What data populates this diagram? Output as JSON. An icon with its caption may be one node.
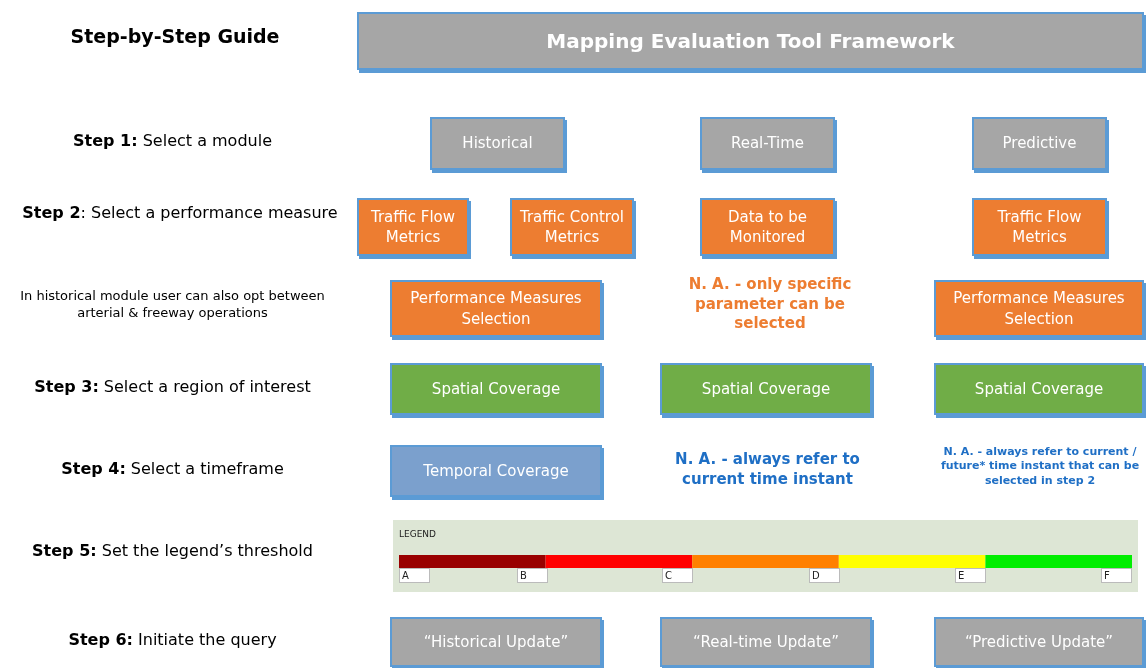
{
  "diagram": {
    "title": "Step-by-Step Guide",
    "nodes": [
      {
        "text": [
          "Mapping Evaluation Tool Framework"
        ]
      },
      {
        "text": [
          "Historical"
        ]
      },
      {
        "text": [
          "Real-Time"
        ]
      },
      {
        "text": [
          "Predictive"
        ]
      },
      {
        "text": [
          "Traffic Flow Metrics"
        ]
      },
      {
        "text": [
          "Traffic Control Metrics"
        ]
      },
      {
        "text": [
          "Data to be Monitored"
        ]
      },
      {
        "text": [
          "Traffic Flow Metrics"
        ]
      },
      {
        "text": [
          "Performance Measures Selection"
        ]
      },
      {
        "text": [
          "Performance Measures Selection"
        ]
      },
      {
        "text": [
          "Spatial Coverage"
        ]
      },
      {
        "text": [
          "Spatial Coverage"
        ]
      },
      {
        "text": [
          "Spatial Coverage"
        ]
      },
      {
        "text": [
          "Temporal Coverage"
        ]
      },
      {
        "text": [
          "LEGEND"
        ]
      },
      {
        "text": [
          "A"
        ],
        "in": 14
      },
      {
        "text": [
          "B"
        ],
        "in": 14
      },
      {
        "text": [
          "C"
        ],
        "in": 14
      },
      {
        "text": [
          "D"
        ],
        "in": 14
      },
      {
        "text": [
          "E"
        ],
        "in": 14
      },
      {
        "text": [
          "F"
        ],
        "in": 14
      },
      {
        "text": [
          "“Historical Update”"
        ]
      },
      {
        "text": [
          "“Real-time Update”"
        ]
      },
      {
        "text": [
          "“Predictive Update”"
        ]
      }
    ],
    "edges": [],
    "labels": [
      "**Step 1:** Select a module",
      "**Step 2**: Select a performance measure",
      "In historical module user can also opt between arterial & freeway operations",
      "N. A. - only specific parameter can be selected",
      "**Step 3:** Select a region of interest",
      "**Step 4:** Select a timeframe",
      "N. A. - always refer to current time instant",
      "N. A. - always refer to current / future* time instant that can be selected in step 2",
      "**Step 5:** Set the legend’s threshold",
      "**Step 6:** Initiate the query"
    ]
  }
}
